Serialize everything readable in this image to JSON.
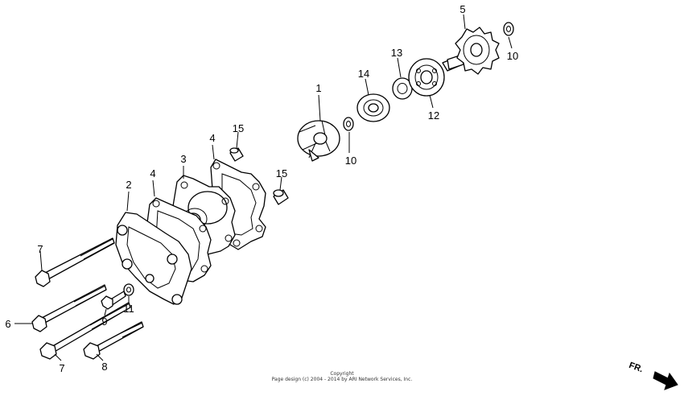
{
  "callouts": {
    "c1": "1",
    "c2": "2",
    "c3": "3",
    "c4a": "4",
    "c4b": "4",
    "c5": "5",
    "c6": "6",
    "c7a": "7",
    "c7b": "7",
    "c8": "8",
    "c9": "9",
    "c10a": "10",
    "c10b": "10",
    "c11": "11",
    "c12": "12",
    "c13": "13",
    "c14": "14",
    "c15a": "15",
    "c15b": "15"
  },
  "footer": {
    "line1": "Copyright",
    "line2": "Page design (c) 2004 - 2014 by ARI Network Services, Inc."
  },
  "direction_label": "FR."
}
